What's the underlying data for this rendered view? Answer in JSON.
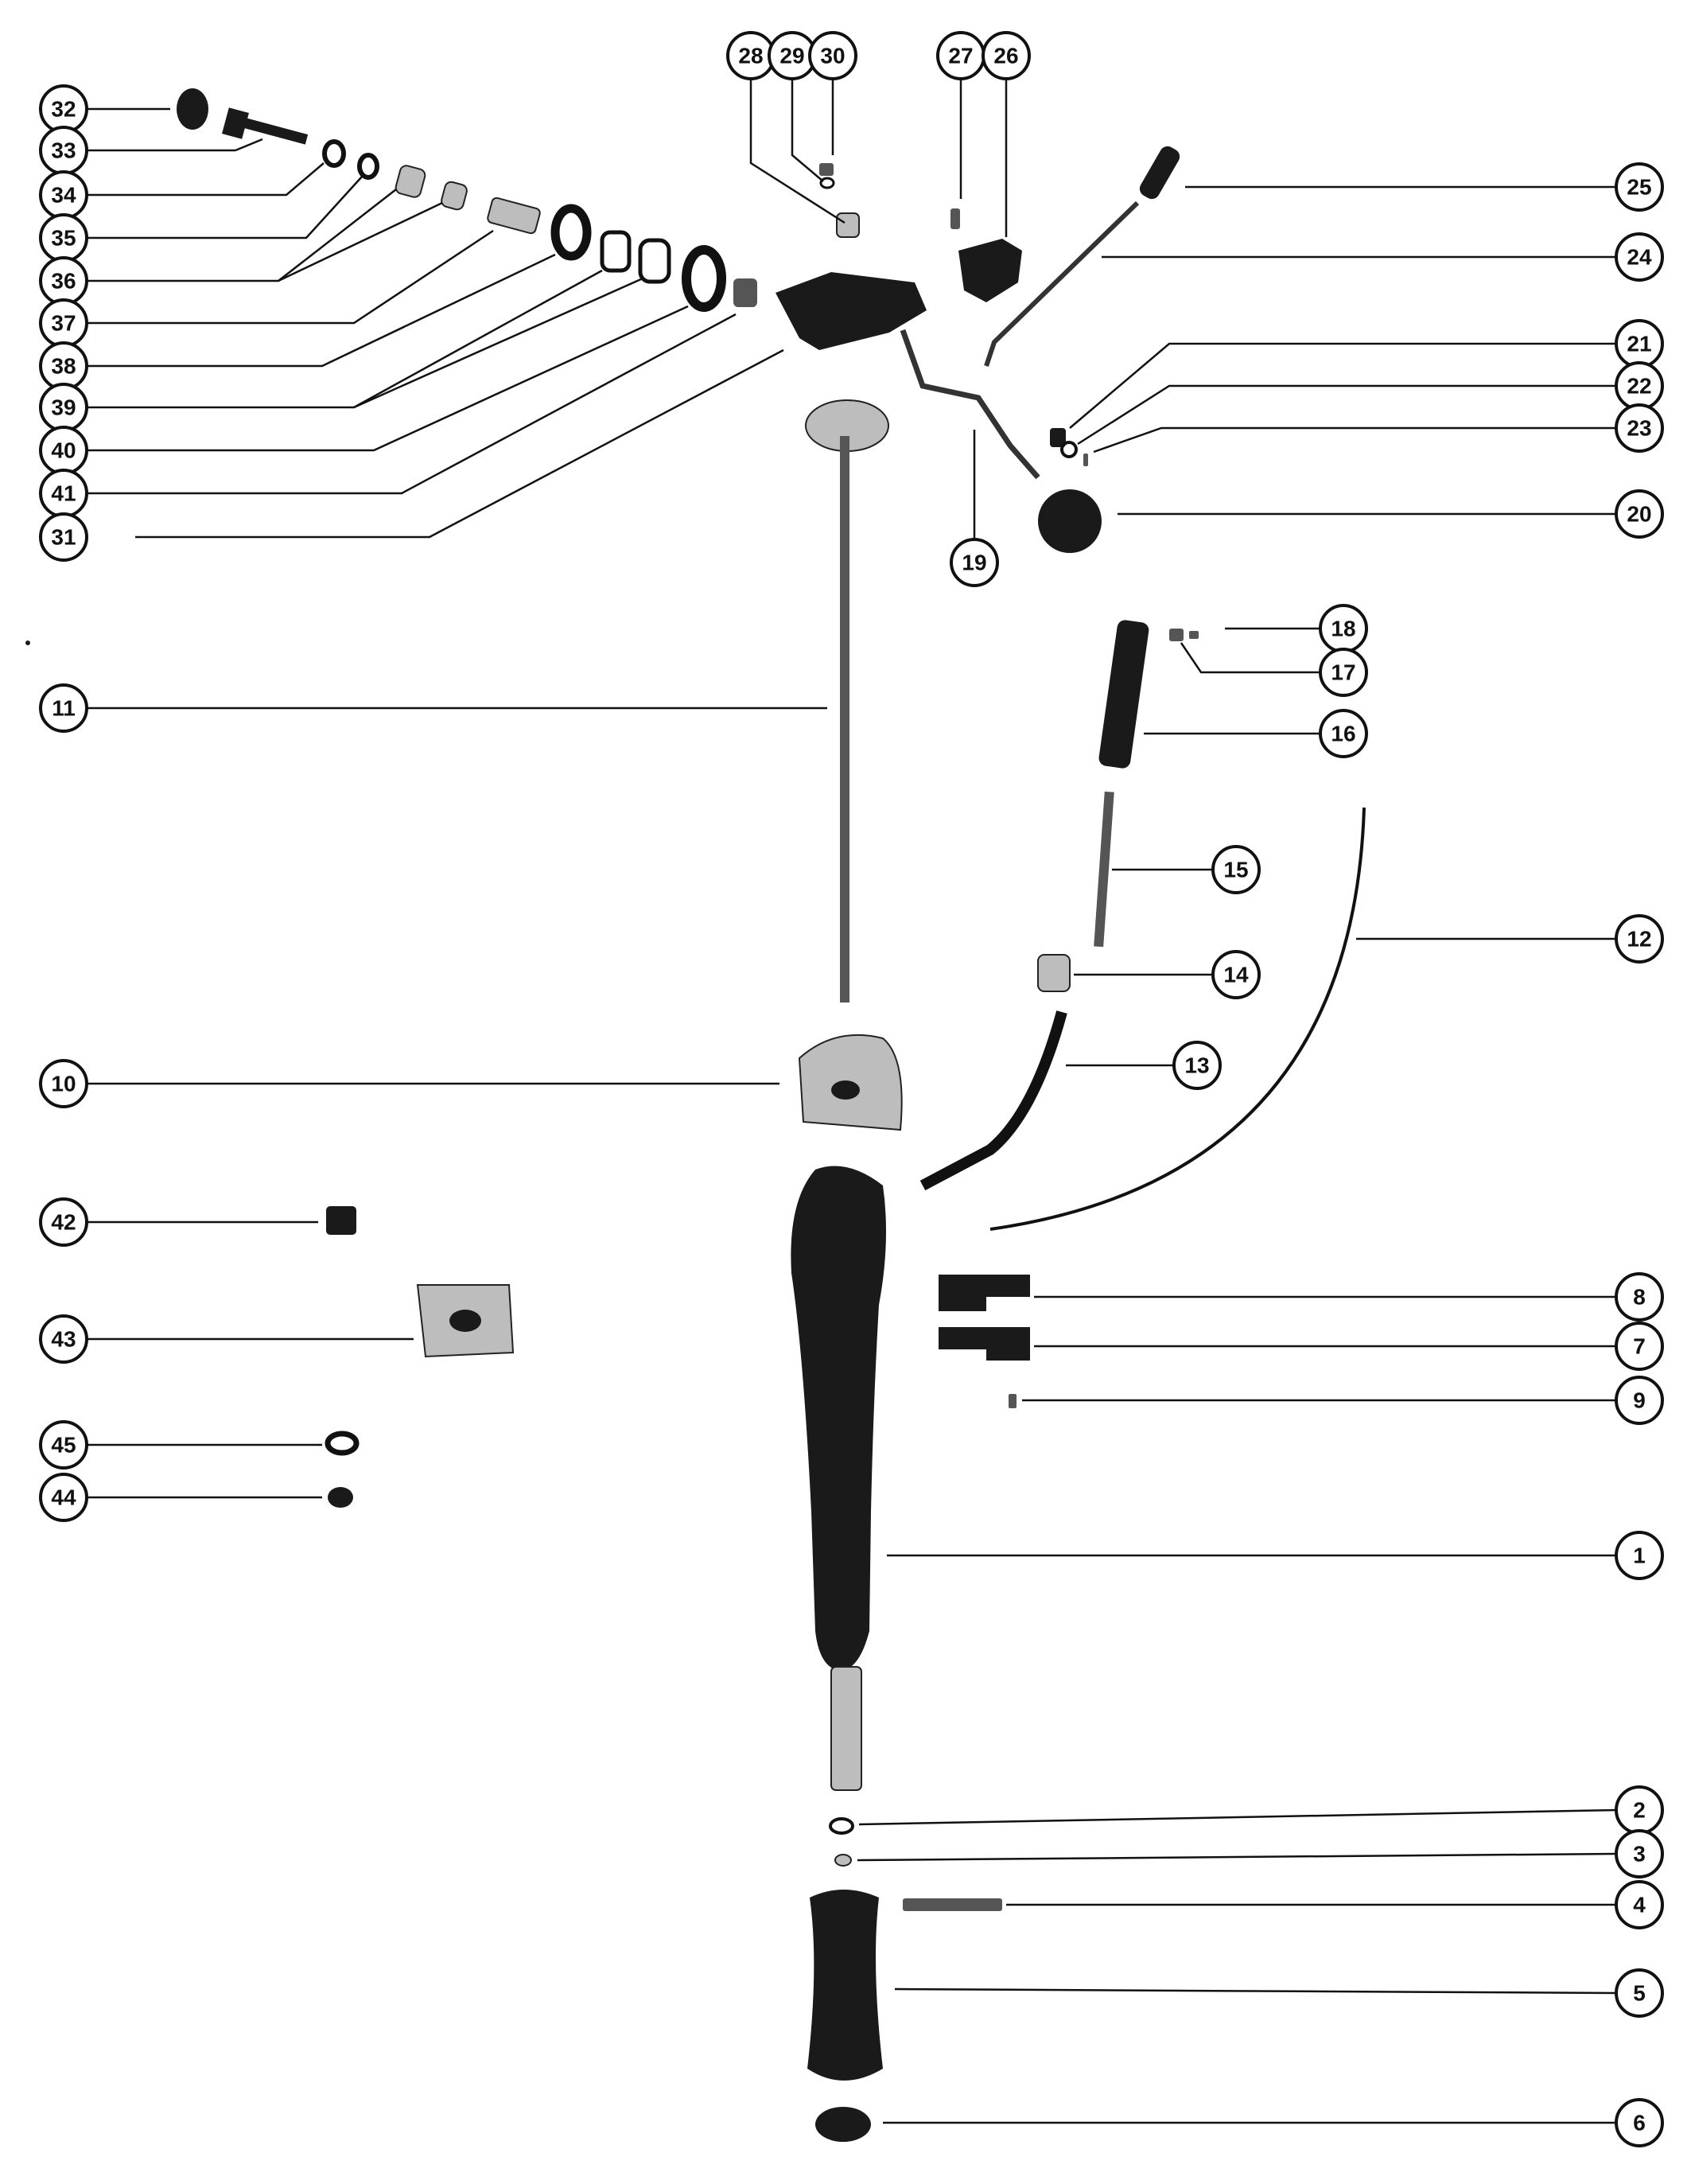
{
  "figure": {
    "description_visible_text": "",
    "callouts": [
      {
        "id": "1",
        "label": "1"
      },
      {
        "id": "2",
        "label": "2"
      },
      {
        "id": "3",
        "label": "3"
      },
      {
        "id": "4",
        "label": "4"
      },
      {
        "id": "5",
        "label": "5"
      },
      {
        "id": "6",
        "label": "6"
      },
      {
        "id": "7",
        "label": "7"
      },
      {
        "id": "8",
        "label": "8"
      },
      {
        "id": "9",
        "label": "9"
      },
      {
        "id": "10",
        "label": "10"
      },
      {
        "id": "11",
        "label": "11"
      },
      {
        "id": "12",
        "label": "12"
      },
      {
        "id": "13",
        "label": "13"
      },
      {
        "id": "14",
        "label": "14"
      },
      {
        "id": "15",
        "label": "15"
      },
      {
        "id": "16",
        "label": "16"
      },
      {
        "id": "17",
        "label": "17"
      },
      {
        "id": "18",
        "label": "18"
      },
      {
        "id": "19",
        "label": "19"
      },
      {
        "id": "20",
        "label": "20"
      },
      {
        "id": "21",
        "label": "21"
      },
      {
        "id": "22",
        "label": "22"
      },
      {
        "id": "23",
        "label": "23"
      },
      {
        "id": "24",
        "label": "24"
      },
      {
        "id": "25",
        "label": "25"
      },
      {
        "id": "26",
        "label": "26"
      },
      {
        "id": "27",
        "label": "27"
      },
      {
        "id": "28",
        "label": "28"
      },
      {
        "id": "29",
        "label": "29"
      },
      {
        "id": "30",
        "label": "30"
      },
      {
        "id": "31",
        "label": "31"
      },
      {
        "id": "32",
        "label": "32"
      },
      {
        "id": "33",
        "label": "33"
      },
      {
        "id": "34",
        "label": "34"
      },
      {
        "id": "35",
        "label": "35"
      },
      {
        "id": "36",
        "label": "36"
      },
      {
        "id": "37",
        "label": "37"
      },
      {
        "id": "38",
        "label": "38"
      },
      {
        "id": "39",
        "label": "39"
      },
      {
        "id": "40",
        "label": "40"
      },
      {
        "id": "41",
        "label": "41"
      },
      {
        "id": "42",
        "label": "42"
      },
      {
        "id": "43",
        "label": "43"
      },
      {
        "id": "44",
        "label": "44"
      },
      {
        "id": "45",
        "label": "45"
      }
    ]
  }
}
